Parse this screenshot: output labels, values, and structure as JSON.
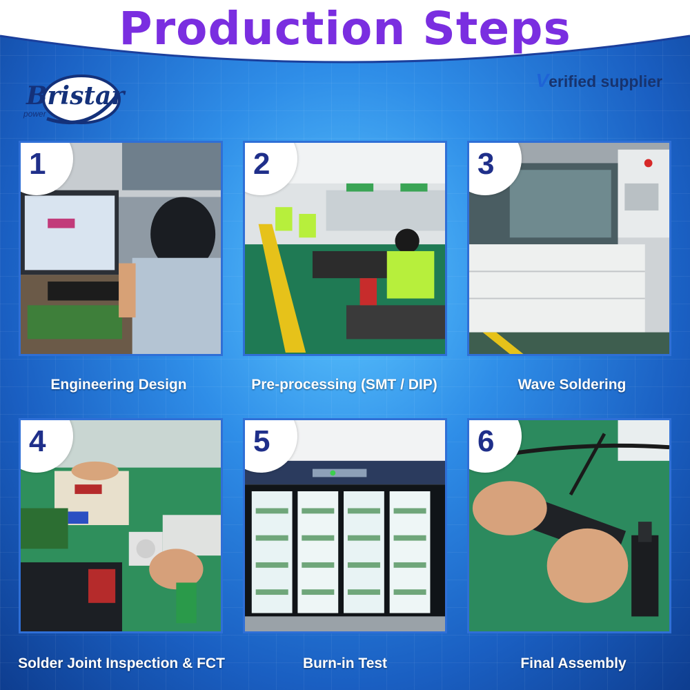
{
  "header": {
    "title": "Production Steps",
    "verified_v": "V",
    "verified_rest": "erified supplier"
  },
  "logo": {
    "name": "Bristar",
    "sub": "power"
  },
  "steps": [
    {
      "number": "1",
      "label": "Engineering Design"
    },
    {
      "number": "2",
      "label": "Pre-processing (SMT / DIP)"
    },
    {
      "number": "3",
      "label": "Wave Soldering"
    },
    {
      "number": "4",
      "label": "Solder Joint Inspection & FCT"
    },
    {
      "number": "5",
      "label": "Burn-in Test"
    },
    {
      "number": "6",
      "label": "Final Assembly"
    }
  ],
  "colors": {
    "title": "#7a2ee0",
    "accent": "#1f2f8a",
    "card_border": "#2f6fd6"
  }
}
